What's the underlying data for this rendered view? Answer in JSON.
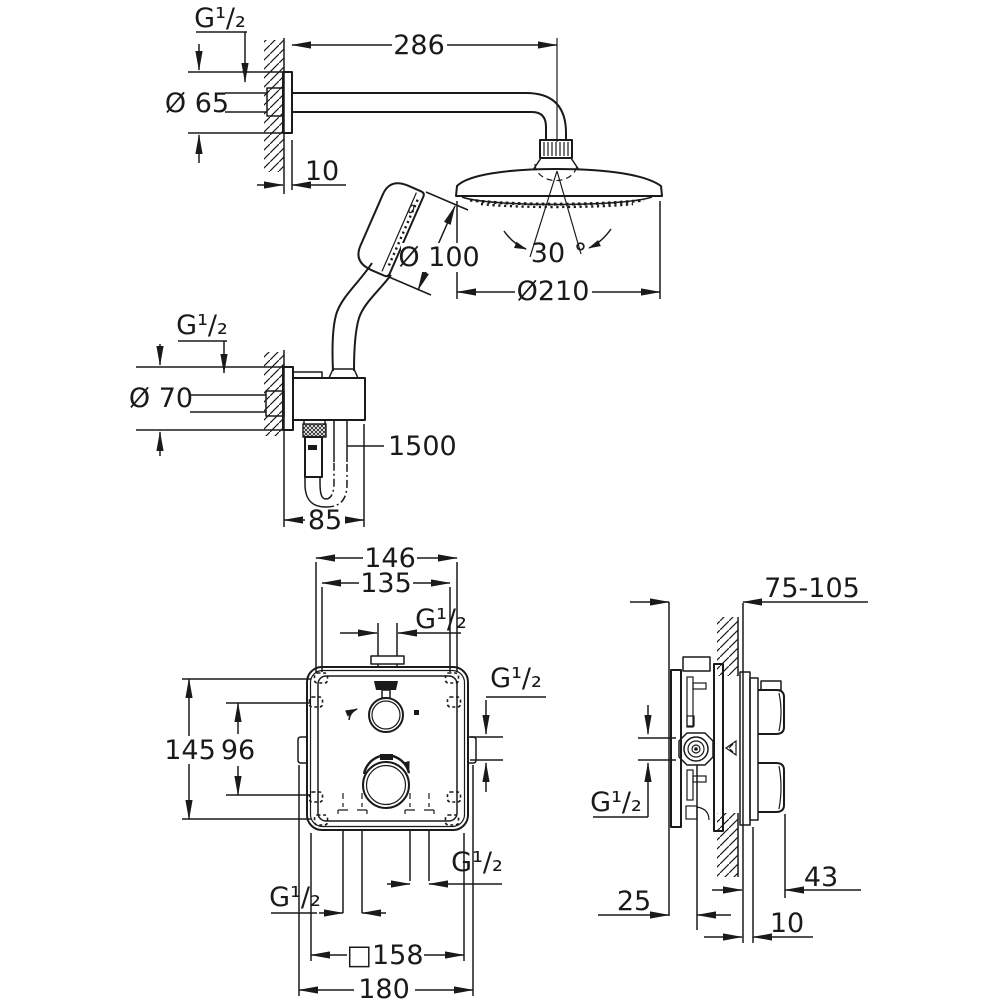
{
  "title": "shower-system-installation-drawing",
  "colors": {
    "ink": "#1a1a1a",
    "paper": "#ffffff"
  },
  "dims": {
    "top": {
      "thread": "G¹/₂",
      "arm_length": "286",
      "escutcheon_dia": "Ø 65",
      "escutcheon_depth": "10",
      "handshower_dia": "Ø 100",
      "spray_angle": "30 °",
      "head_dia": "Ø210"
    },
    "holder": {
      "thread": "G¹/₂",
      "escutcheon_dia": "Ø 70",
      "hose_length": "1500",
      "wall_offset": "85"
    },
    "front": {
      "mount_width": "146",
      "hole_spacing_x": "135",
      "thread_top": "G¹/₂",
      "thread_side": "G¹/₂",
      "mount_height": "145",
      "hole_spacing_y": "96",
      "thread_outlet_left": "G¹/₂",
      "thread_outlet_right": "G¹/₂",
      "box_size": "□158",
      "overall_width": "180"
    },
    "side": {
      "install_depth_range": "75-105",
      "thread": "G¹/₂",
      "back_offset": "25",
      "front_depth": "43",
      "finish_thickness": "10"
    }
  }
}
